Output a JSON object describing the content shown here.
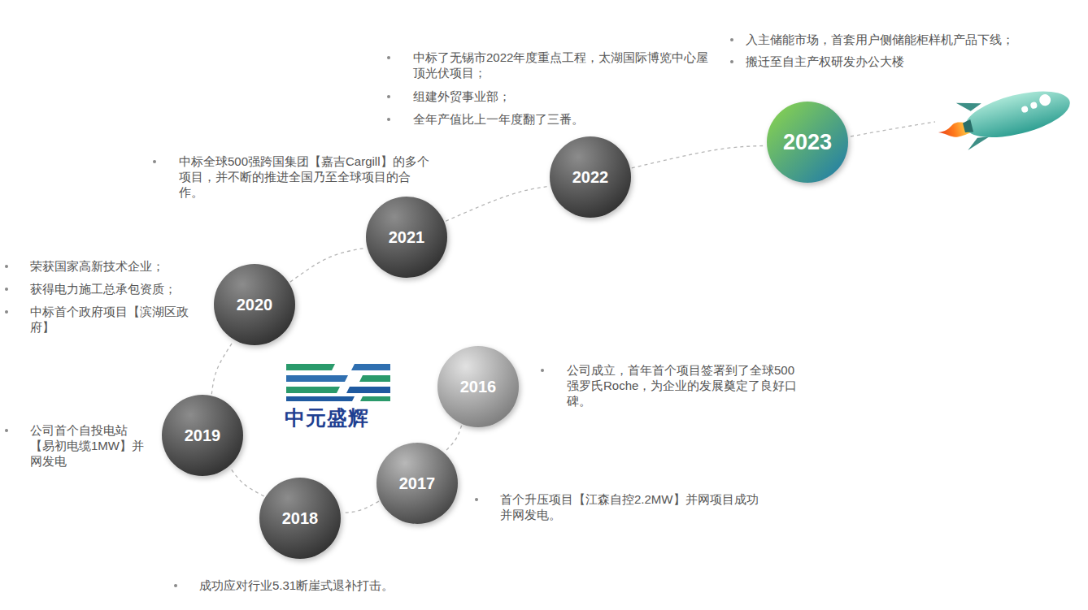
{
  "diagram": {
    "nodes": [
      {
        "text": [
          "2016"
        ]
      },
      {
        "text": [
          "2017"
        ]
      },
      {
        "text": [
          "2018"
        ]
      },
      {
        "text": [
          "2019"
        ]
      },
      {
        "text": [
          "2020"
        ]
      },
      {
        "text": [
          "2021"
        ]
      },
      {
        "text": [
          "2022"
        ]
      },
      {
        "text": [
          "2023"
        ]
      }
    ],
    "edges": [
      {
        "from": 0,
        "to": 1,
        "arrow": "none"
      },
      {
        "from": 1,
        "to": 2,
        "arrow": "none"
      },
      {
        "from": 2,
        "to": 3,
        "arrow": "none"
      },
      {
        "from": 3,
        "to": 4,
        "arrow": "none"
      },
      {
        "from": 4,
        "to": 5,
        "arrow": "none"
      },
      {
        "from": 5,
        "to": 6,
        "arrow": "none"
      },
      {
        "from": 6,
        "to": 7,
        "arrow": "none"
      }
    ],
    "labels": [
      "中元盛辉",
      "公司成立，首年首个项目签署到了全球500强罗氏Roche，为企业的发展奠定了良好口碑。",
      "首个升压项目【江森自控2.2MW】并网项目成功并网发电。",
      "成功应对行业5.31断崖式退补打击。",
      "公司首个自投电站【易初电缆1MW】并网发电",
      "荣获国家高新技术企业；",
      "获得电力施工总承包资质；",
      "中标首个政府项目【滨湖区政府】",
      "中标全球500强跨国集团【嘉吉Cargill】的多个项目，并不断的推进全国乃至全球项目的合作。",
      "中标了无锡市2022年度重点工程，太湖国际博览中心屋顶光伏项目；",
      "组建外贸事业部；",
      "全年产值比上一年度翻了三番。",
      "入主储能市场，首套用户侧储能柜样机产品下线；",
      "搬迁至自主产权研发办公大楼"
    ]
  }
}
